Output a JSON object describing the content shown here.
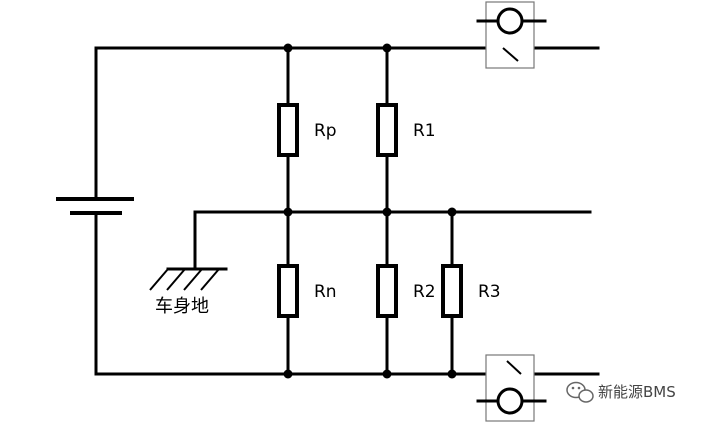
{
  "labels": {
    "rp": "Rp",
    "r1": "R1",
    "rn": "Rn",
    "r2": "R2",
    "r3": "R3",
    "ground": "车身地"
  },
  "watermark": {
    "text": "新能源BMS",
    "icon": "wechat-icon"
  }
}
